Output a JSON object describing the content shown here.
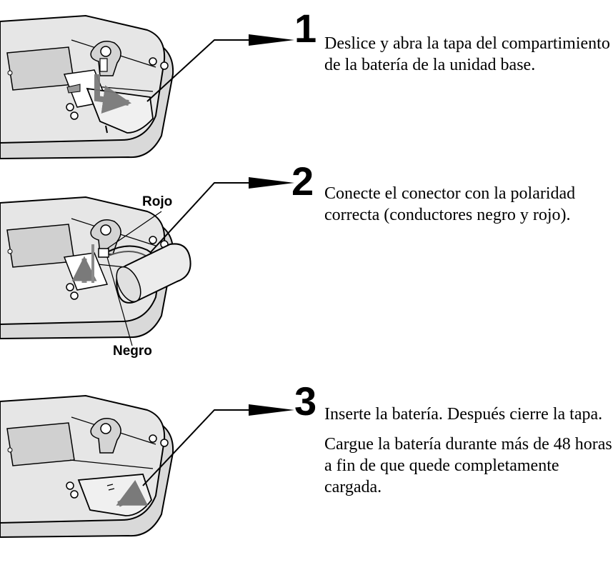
{
  "steps": [
    {
      "number": "1",
      "text": "Deslice y abra la tapa del compartimiento de la batería de la unidad base."
    },
    {
      "number": "2",
      "text": "Conecte el conector con la polaridad correcta (conductores negro y rojo)."
    },
    {
      "number": "3",
      "text": "Inserte la batería.  Después cierre la tapa.",
      "note": "Cargue la batería durante más de 48 horas a fin de que quede completamente cargada."
    }
  ],
  "labels": {
    "red_wire": "Rojo",
    "black_wire": "Negro"
  }
}
